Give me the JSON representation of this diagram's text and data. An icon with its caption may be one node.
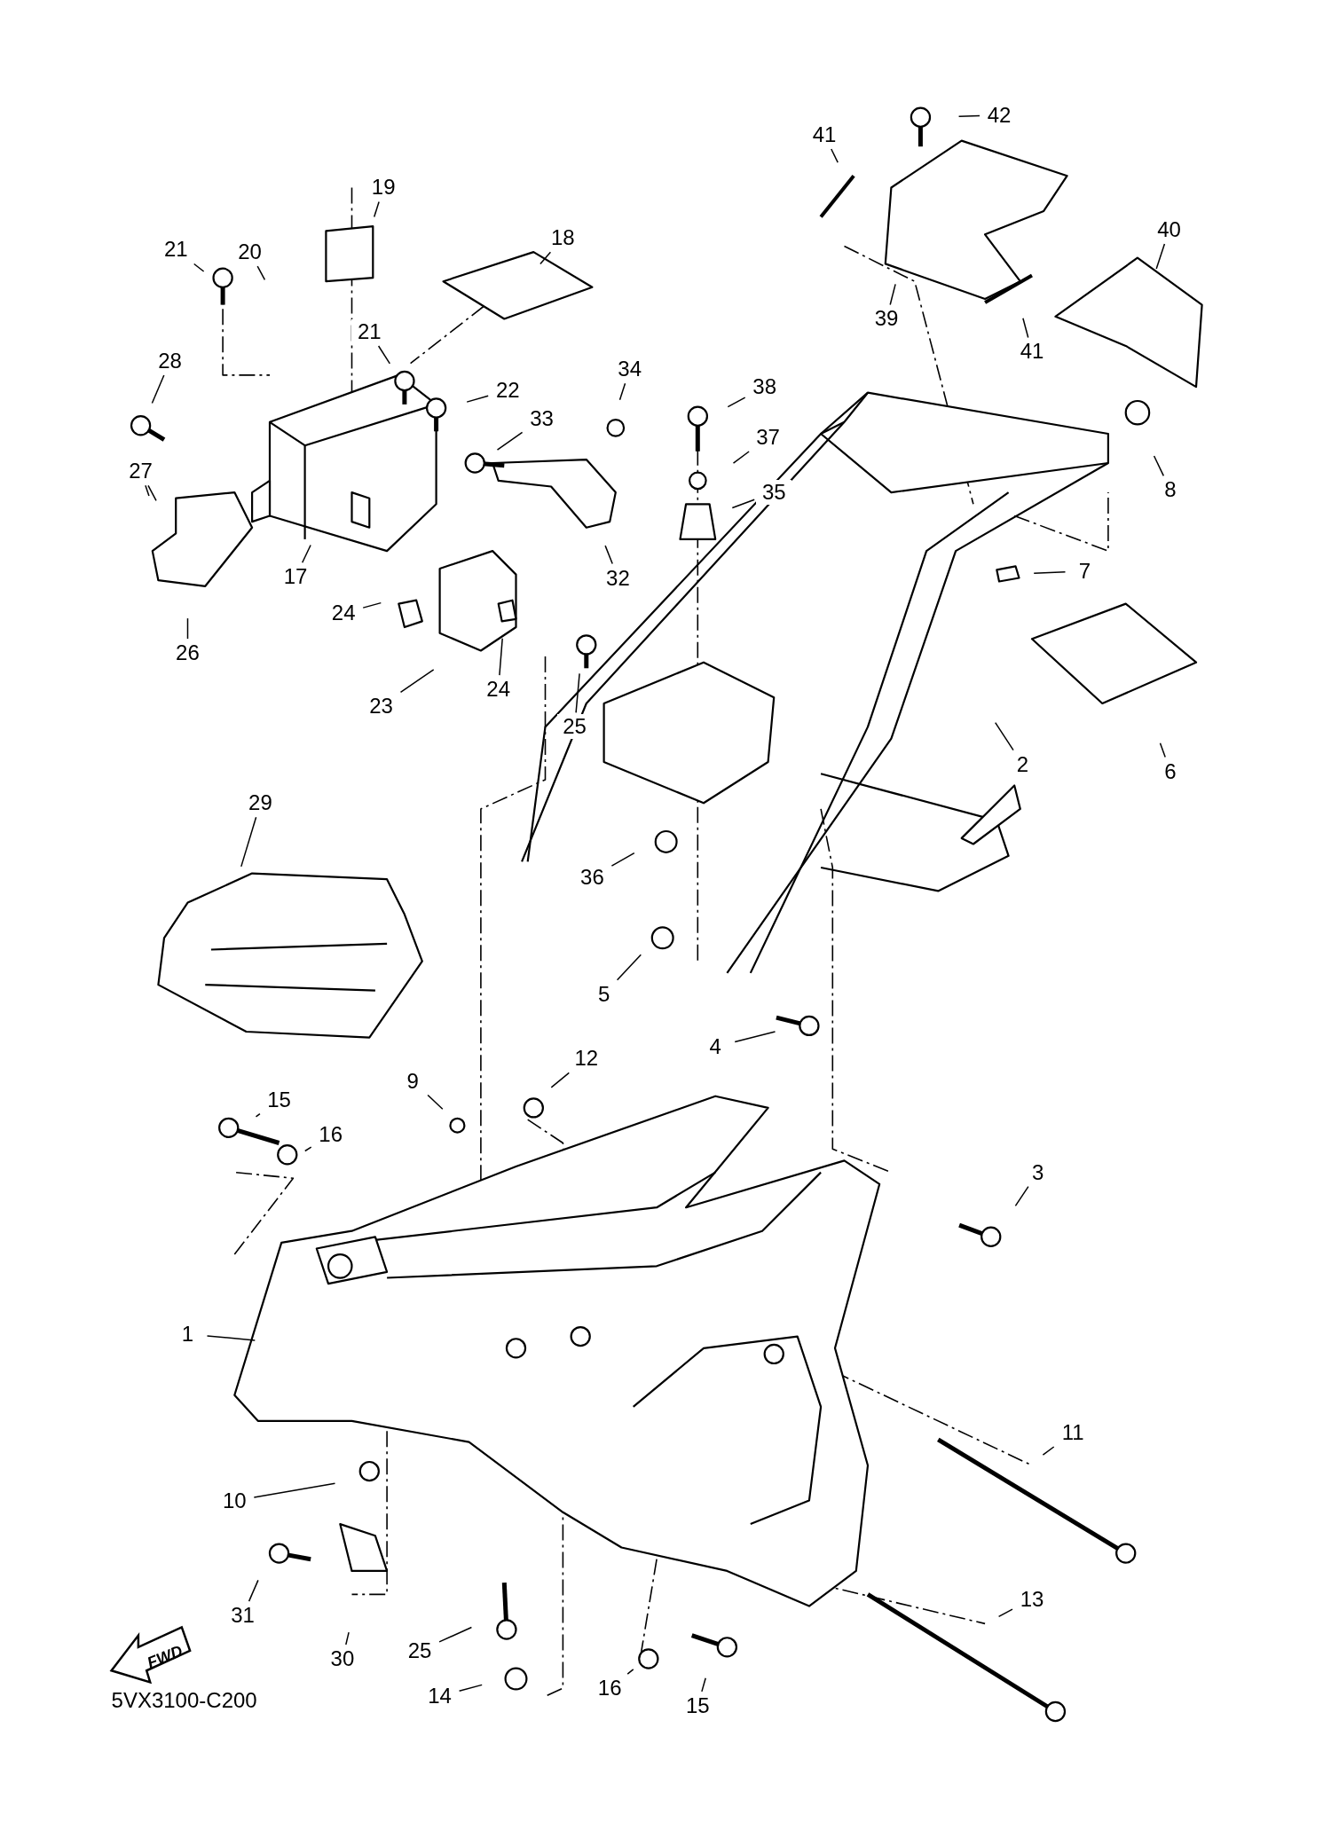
{
  "diagram": {
    "nodes": [
      {
        "text": [
          "42"
        ]
      },
      {
        "text": [
          "41"
        ]
      },
      {
        "text": [
          "40"
        ]
      },
      {
        "text": [
          "19"
        ]
      },
      {
        "text": [
          "18"
        ]
      },
      {
        "text": [
          "21"
        ]
      },
      {
        "text": [
          "20"
        ]
      },
      {
        "text": [
          "39"
        ]
      },
      {
        "text": [
          "41"
        ]
      },
      {
        "text": [
          "21"
        ]
      },
      {
        "text": [
          "28"
        ]
      },
      {
        "text": [
          "34"
        ]
      },
      {
        "text": [
          "38"
        ]
      },
      {
        "text": [
          "22"
        ]
      },
      {
        "text": [
          "33"
        ]
      },
      {
        "text": [
          "27"
        ]
      },
      {
        "text": [
          "37"
        ]
      },
      {
        "text": [
          "8"
        ]
      },
      {
        "text": [
          "35"
        ]
      },
      {
        "text": [
          "7"
        ]
      },
      {
        "text": [
          "17"
        ]
      },
      {
        "text": [
          "32"
        ]
      },
      {
        "text": [
          "24"
        ]
      },
      {
        "text": [
          "26"
        ]
      },
      {
        "text": [
          "24"
        ]
      },
      {
        "text": [
          "23"
        ]
      },
      {
        "text": [
          "25"
        ]
      },
      {
        "text": [
          "2"
        ]
      },
      {
        "text": [
          "6"
        ]
      },
      {
        "text": [
          "29"
        ]
      },
      {
        "text": [
          "36"
        ]
      },
      {
        "text": [
          "5"
        ]
      },
      {
        "text": [
          "4"
        ]
      },
      {
        "text": [
          "12"
        ]
      },
      {
        "text": [
          "9"
        ]
      },
      {
        "text": [
          "15"
        ]
      },
      {
        "text": [
          "16"
        ]
      },
      {
        "text": [
          "3"
        ]
      },
      {
        "text": [
          "1"
        ]
      },
      {
        "text": [
          "11"
        ]
      },
      {
        "text": [
          "10"
        ]
      },
      {
        "text": [
          "13"
        ]
      },
      {
        "text": [
          "31"
        ]
      },
      {
        "text": [
          "30"
        ]
      },
      {
        "text": [
          "25"
        ]
      },
      {
        "text": [
          "16"
        ]
      },
      {
        "text": [
          "14"
        ]
      },
      {
        "text": [
          "15"
        ]
      }
    ],
    "edges": [
      {
        "from": 0,
        "to": null,
        "arrow": "none"
      },
      {
        "from": 1,
        "to": null,
        "arrow": "none"
      },
      {
        "from": 2,
        "to": null,
        "arrow": "none"
      },
      {
        "from": 3,
        "to": null,
        "arrow": "none"
      },
      {
        "from": 4,
        "to": null,
        "arrow": "none"
      },
      {
        "from": 5,
        "to": null,
        "arrow": "none"
      },
      {
        "from": 6,
        "to": null,
        "arrow": "none"
      },
      {
        "from": 7,
        "to": null,
        "arrow": "none"
      },
      {
        "from": 8,
        "to": null,
        "arrow": "none"
      },
      {
        "from": 9,
        "to": null,
        "arrow": "none"
      },
      {
        "from": 10,
        "to": null,
        "arrow": "none"
      },
      {
        "from": 11,
        "to": null,
        "arrow": "none"
      },
      {
        "from": 12,
        "to": null,
        "arrow": "none"
      },
      {
        "from": 13,
        "to": null,
        "arrow": "none"
      },
      {
        "from": 14,
        "to": null,
        "arrow": "none"
      },
      {
        "from": 15,
        "to": null,
        "arrow": "none"
      },
      {
        "from": 15,
        "to": null,
        "arrow": "none"
      },
      {
        "from": 16,
        "to": null,
        "arrow": "none"
      },
      {
        "from": 17,
        "to": null,
        "arrow": "none"
      },
      {
        "from": 18,
        "to": null,
        "arrow": "none"
      },
      {
        "from": 19,
        "to": null,
        "arrow": "none"
      },
      {
        "from": 20,
        "to": null,
        "arrow": "none"
      },
      {
        "from": 21,
        "to": null,
        "arrow": "none"
      },
      {
        "from": 22,
        "to": null,
        "arrow": "none"
      },
      {
        "from": 23,
        "to": null,
        "arrow": "none"
      },
      {
        "from": 24,
        "to": null,
        "arrow": "none"
      },
      {
        "from": 25,
        "to": null,
        "arrow": "none"
      },
      {
        "from": 26,
        "to": null,
        "arrow": "none"
      },
      {
        "from": 27,
        "to": null,
        "arrow": "none"
      },
      {
        "from": 28,
        "to": null,
        "arrow": "none"
      },
      {
        "from": 29,
        "to": null,
        "arrow": "none"
      },
      {
        "from": 30,
        "to": null,
        "arrow": "none"
      },
      {
        "from": 31,
        "to": null,
        "arrow": "none"
      },
      {
        "from": 32,
        "to": null,
        "arrow": "none"
      },
      {
        "from": 33,
        "to": null,
        "arrow": "none"
      },
      {
        "from": 34,
        "to": null,
        "arrow": "none"
      },
      {
        "from": 35,
        "to": null,
        "arrow": "none"
      },
      {
        "from": 36,
        "to": null,
        "arrow": "none"
      },
      {
        "from": 37,
        "to": null,
        "arrow": "none"
      },
      {
        "from": 38,
        "to": null,
        "arrow": "none"
      },
      {
        "from": 39,
        "to": null,
        "arrow": "none"
      },
      {
        "from": 40,
        "to": null,
        "arrow": "none"
      },
      {
        "from": 41,
        "to": null,
        "arrow": "none"
      },
      {
        "from": 42,
        "to": null,
        "arrow": "none"
      },
      {
        "from": 43,
        "to": null,
        "arrow": "none"
      },
      {
        "from": 44,
        "to": null,
        "arrow": "none"
      },
      {
        "from": 45,
        "to": null,
        "arrow": "none"
      },
      {
        "from": 46,
        "to": null,
        "arrow": "none"
      },
      {
        "from": 47,
        "to": null,
        "arrow": "none"
      }
    ],
    "labels": [
      "FWD",
      "5VX3100-C200"
    ]
  }
}
